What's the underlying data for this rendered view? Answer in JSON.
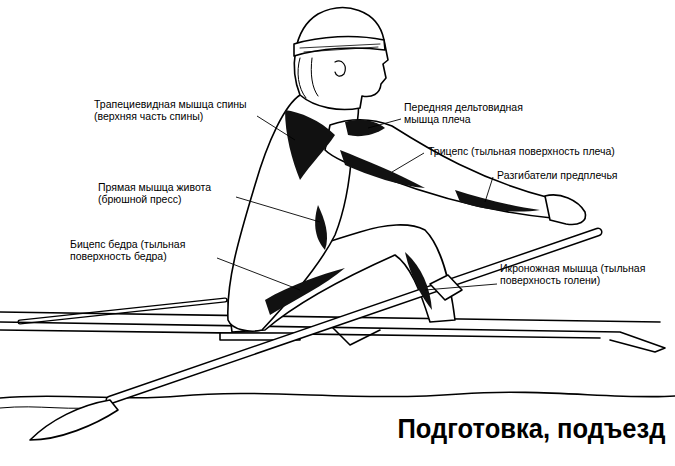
{
  "diagram": {
    "title": "Подготовка, подъезд",
    "labels": [
      "Трапециевидная мышца спины (верхняя часть спины)",
      "Передняя дельтовидная мышца плеча",
      "Трицепс (тыльная поверхность плеча)",
      "Разгибатели предплечья",
      "Прямая мышца живота (брюшной пресс)",
      "Бицепс бедра (тыльная поверхность бедра)",
      "Икроножная мышца (тыльная поверхность голени)"
    ]
  }
}
